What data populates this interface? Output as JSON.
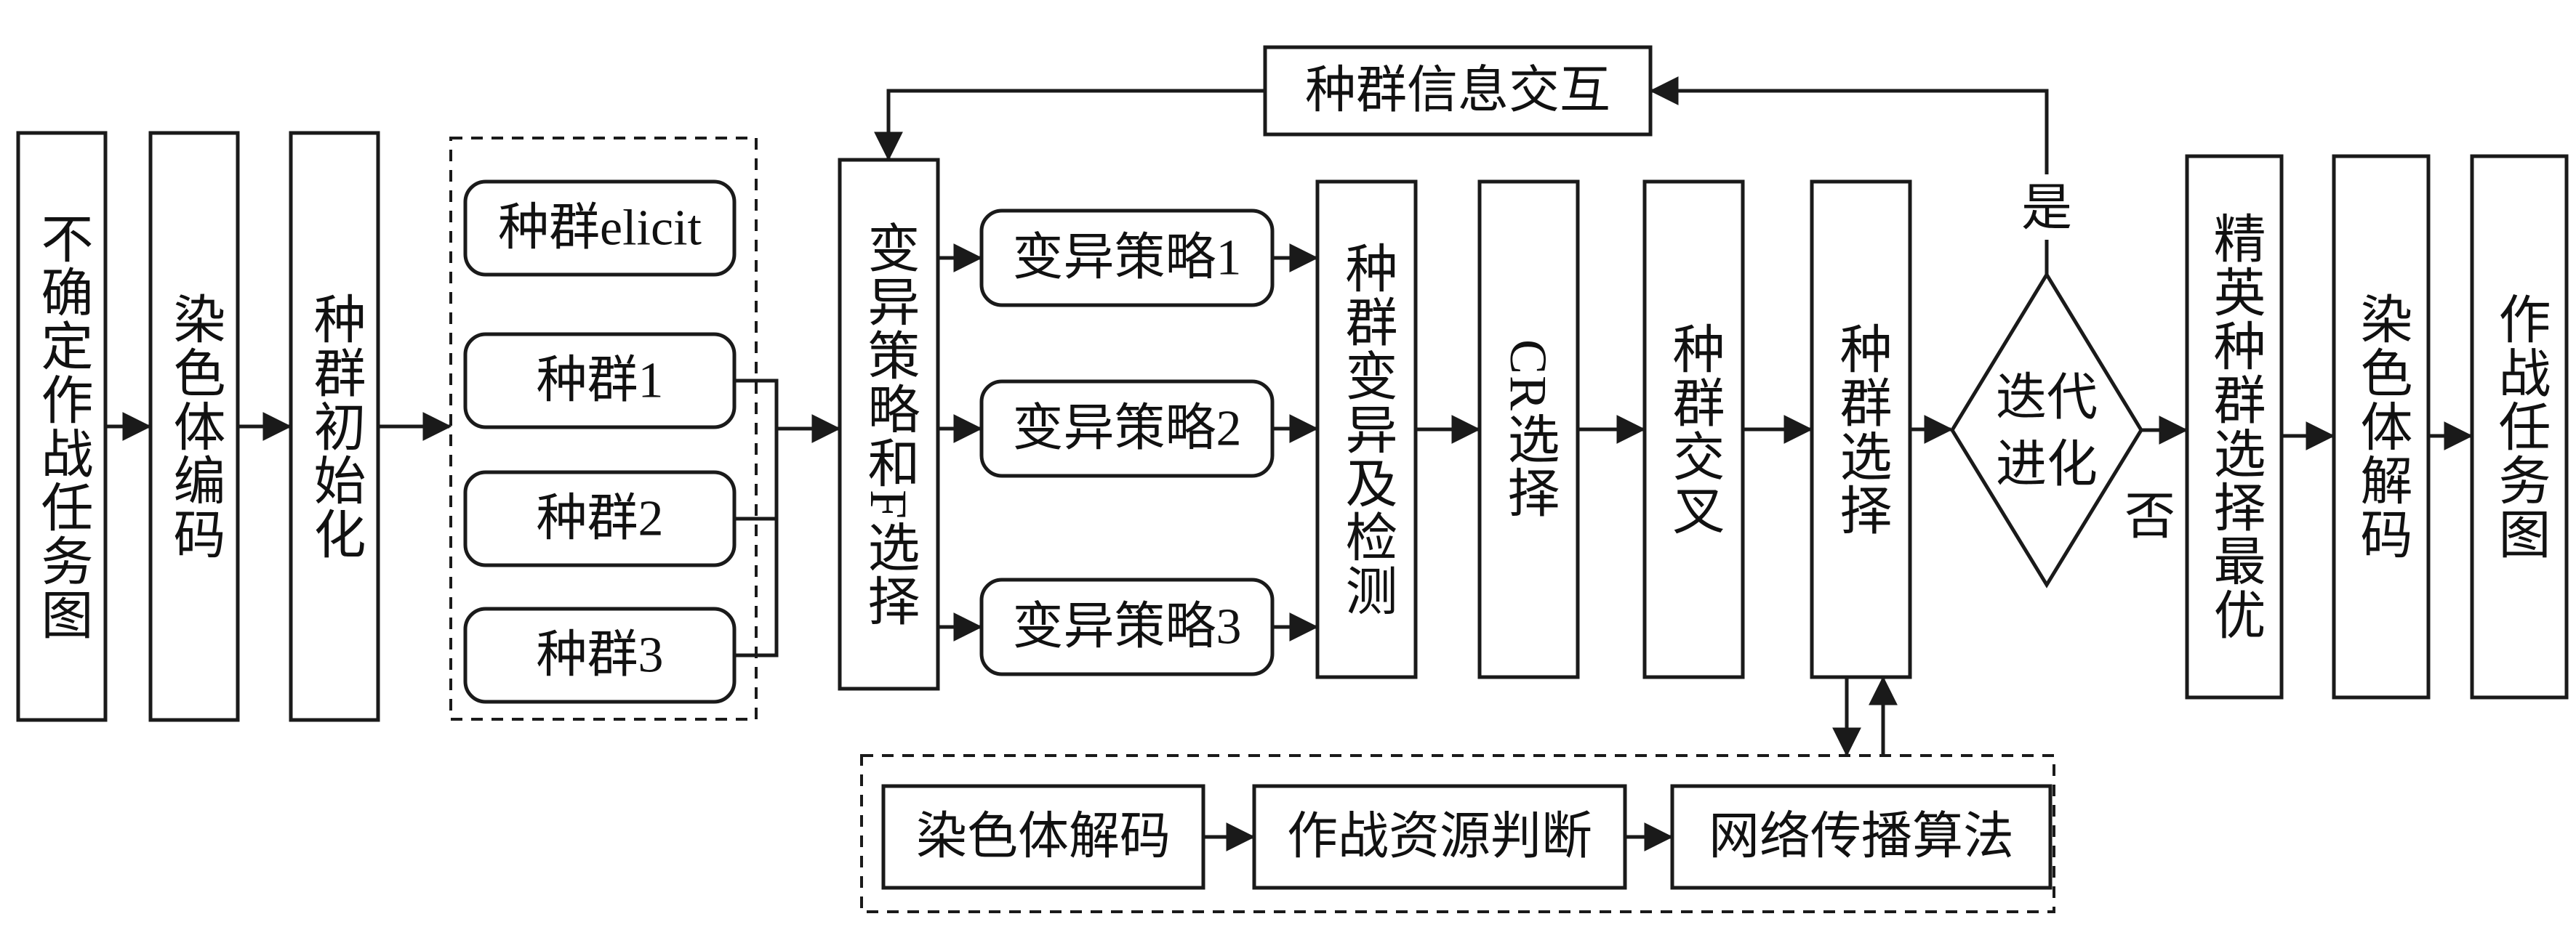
{
  "nodes": {
    "n_task_in": "不确定作战任务图",
    "n_encode": "染色体编码",
    "n_init": "种群初始化",
    "n_elicit": "种群elicit",
    "n_pop1": "种群1",
    "n_pop2": "种群2",
    "n_pop3": "种群3",
    "n_strat_sel": "变异策略和F选择",
    "n_strat1": "变异策略1",
    "n_strat2": "变异策略2",
    "n_strat3": "变异策略3",
    "n_mutate_check": "种群变异及检测",
    "n_cr": "CR选择",
    "n_cross": "种群交叉",
    "n_select": "种群选择",
    "n_iterate": "迭代进化",
    "n_info": "种群信息交互",
    "n_elite": "精英种群选择最优",
    "n_decode": "染色体解码",
    "n_task_out": "作战任务图",
    "n_decode2": "染色体解码",
    "n_resource": "作战资源判断",
    "n_propagate": "网络传播算法"
  },
  "edge_labels": {
    "yes": "是",
    "no": "否"
  }
}
